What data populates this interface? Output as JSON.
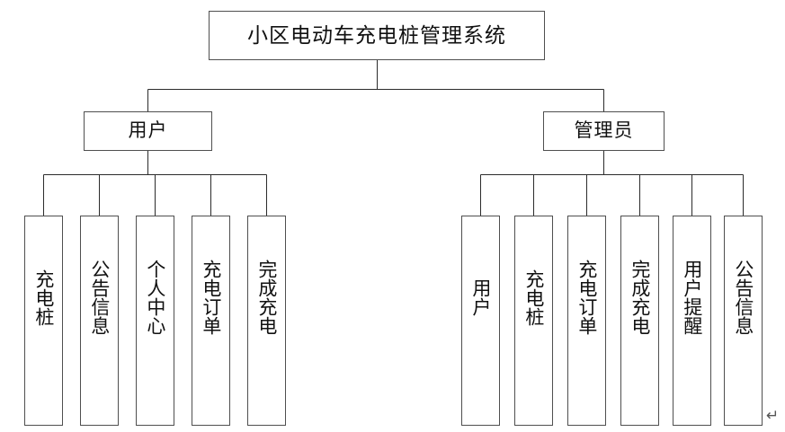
{
  "diagram": {
    "title": "小区电动车充电桩管理系统",
    "type": "tree-hierarchy",
    "root": {
      "label": "小区电动车充电桩管理系统"
    },
    "branches": [
      {
        "label": "用户",
        "children": [
          {
            "label": "充电桩"
          },
          {
            "label": "公告信息"
          },
          {
            "label": "个人中心"
          },
          {
            "label": "充电订单"
          },
          {
            "label": "完成充电"
          }
        ]
      },
      {
        "label": "管理员",
        "children": [
          {
            "label": "用户"
          },
          {
            "label": "充电桩"
          },
          {
            "label": "充电订单"
          },
          {
            "label": "完成充电"
          },
          {
            "label": "用户提醒"
          },
          {
            "label": "公告信息"
          }
        ]
      }
    ],
    "marks": {
      "paragraph_return": "↵"
    },
    "colors": {
      "border": "#4f4f4f",
      "connector": "#2b2b2b",
      "text": "#111111",
      "background": "#ffffff"
    }
  }
}
